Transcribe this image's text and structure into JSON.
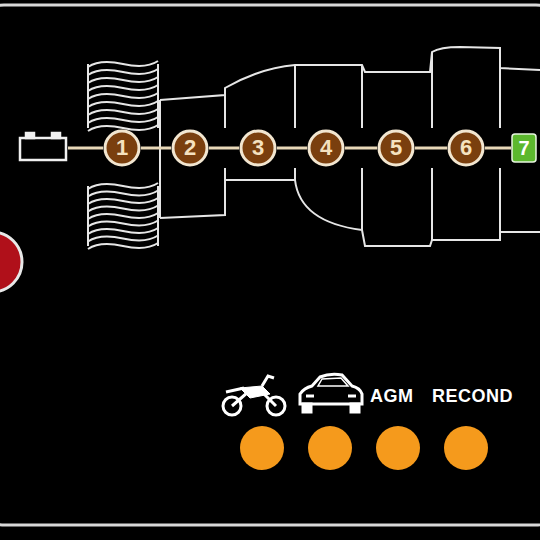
{
  "diagram": {
    "nodes": [
      {
        "text": [
          "1"
        ]
      },
      {
        "text": [
          "2"
        ]
      },
      {
        "text": [
          "3"
        ]
      },
      {
        "text": [
          "4"
        ]
      },
      {
        "text": [
          "5"
        ]
      },
      {
        "text": [
          "6"
        ]
      },
      {
        "text": [
          "7"
        ]
      }
    ],
    "edges": [
      {
        "from": 0,
        "to": 1,
        "arrow": "none"
      },
      {
        "from": 1,
        "to": 2,
        "arrow": "none"
      },
      {
        "from": 2,
        "to": 3,
        "arrow": "none"
      },
      {
        "from": 3,
        "to": 4,
        "arrow": "none"
      },
      {
        "from": 4,
        "to": 5,
        "arrow": "none"
      },
      {
        "from": 5,
        "to": 6,
        "arrow": "none"
      }
    ],
    "labels": [
      "AGM",
      "RECOND"
    ]
  }
}
